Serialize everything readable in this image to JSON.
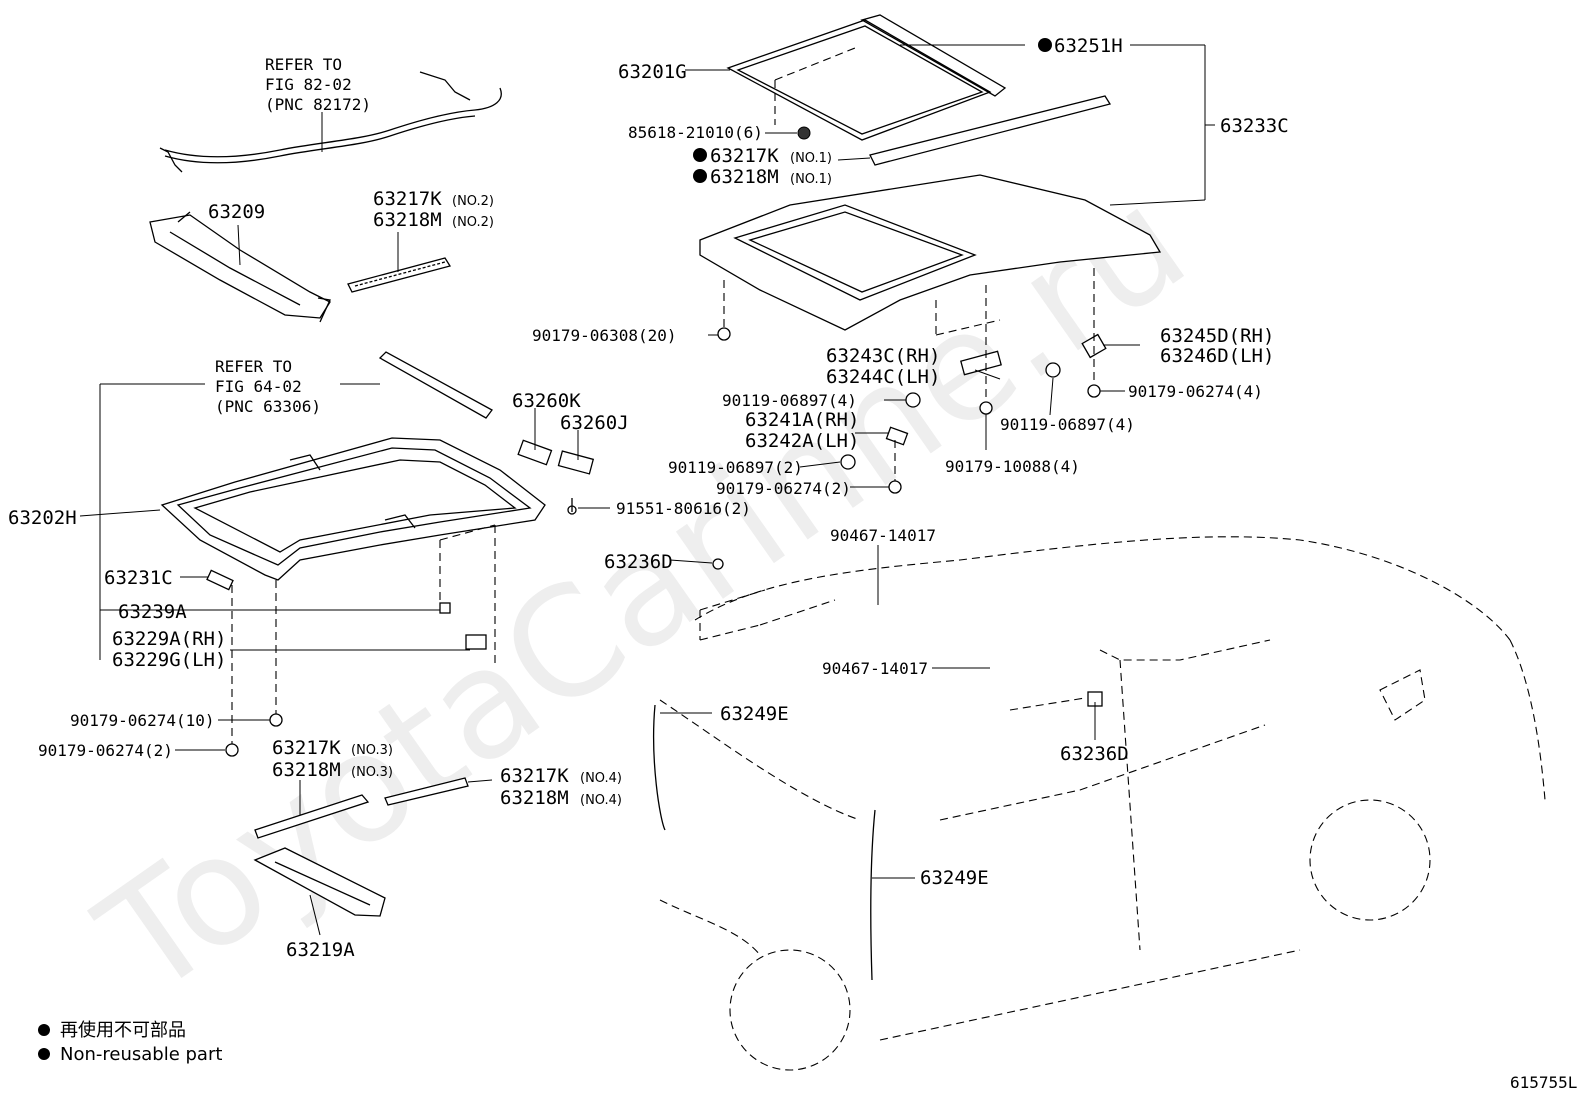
{
  "watermark": "ToyotaCarinne.ru",
  "diagram_id": "615755L",
  "legend": {
    "japanese": "再使用不可部品",
    "english": "Non-reusable part"
  },
  "refs": [
    {
      "lines": [
        "REFER TO",
        "FIG 82-02",
        "(PNC 82172)"
      ]
    },
    {
      "lines": [
        "REFER TO",
        "FIG 64-02",
        "(PNC 63306)"
      ]
    }
  ],
  "labels": {
    "p63251H": "63251H",
    "p63201G": "63201G",
    "p63233C": "63233C",
    "p85618": "85618-21010(6)",
    "p63217K_1": "63217K",
    "p63218M_1": "63218M",
    "no1": "(NO.1)",
    "p63209": "63209",
    "p63217K_2": "63217K",
    "p63218M_2": "63218M",
    "no2": "(NO.2)",
    "p90179_06308": "90179-06308(20)",
    "p63245D": "63245D(RH)",
    "p63246D": "63246D(LH)",
    "p63243C": "63243C(RH)",
    "p63244C": "63244C(LH)",
    "p90119_a": "90119-06897(4)",
    "p90179_06274_4": "90179-06274(4)",
    "p63260K": "63260K",
    "p63260J": "63260J",
    "p63241A": "63241A(RH)",
    "p63242A": "63242A(LH)",
    "p90119_b": "90119-06897(4)",
    "p90119_c": "90119-06897(2)",
    "p90179_10088": "90179-10088(4)",
    "p90179_06274_2a": "90179-06274(2)",
    "p63202H": "63202H",
    "p91551": "91551-80616(2)",
    "p90467_a": "90467-14017",
    "p63236D_a": "63236D",
    "p63231C": "63231C",
    "p63239A": "63239A",
    "p63229A": "63229A(RH)",
    "p63229G": "63229G(LH)",
    "p90467_b": "90467-14017",
    "p63249E_a": "63249E",
    "p63236D_b": "63236D",
    "p90179_06274_10": "90179-06274(10)",
    "p90179_06274_2b": "90179-06274(2)",
    "p63217K_3": "63217K",
    "p63218M_3": "63218M",
    "no3": "(NO.3)",
    "p63217K_4": "63217K",
    "p63218M_4": "63218M",
    "no4": "(NO.4)",
    "p63249E_b": "63249E",
    "p63219A": "63219A"
  }
}
